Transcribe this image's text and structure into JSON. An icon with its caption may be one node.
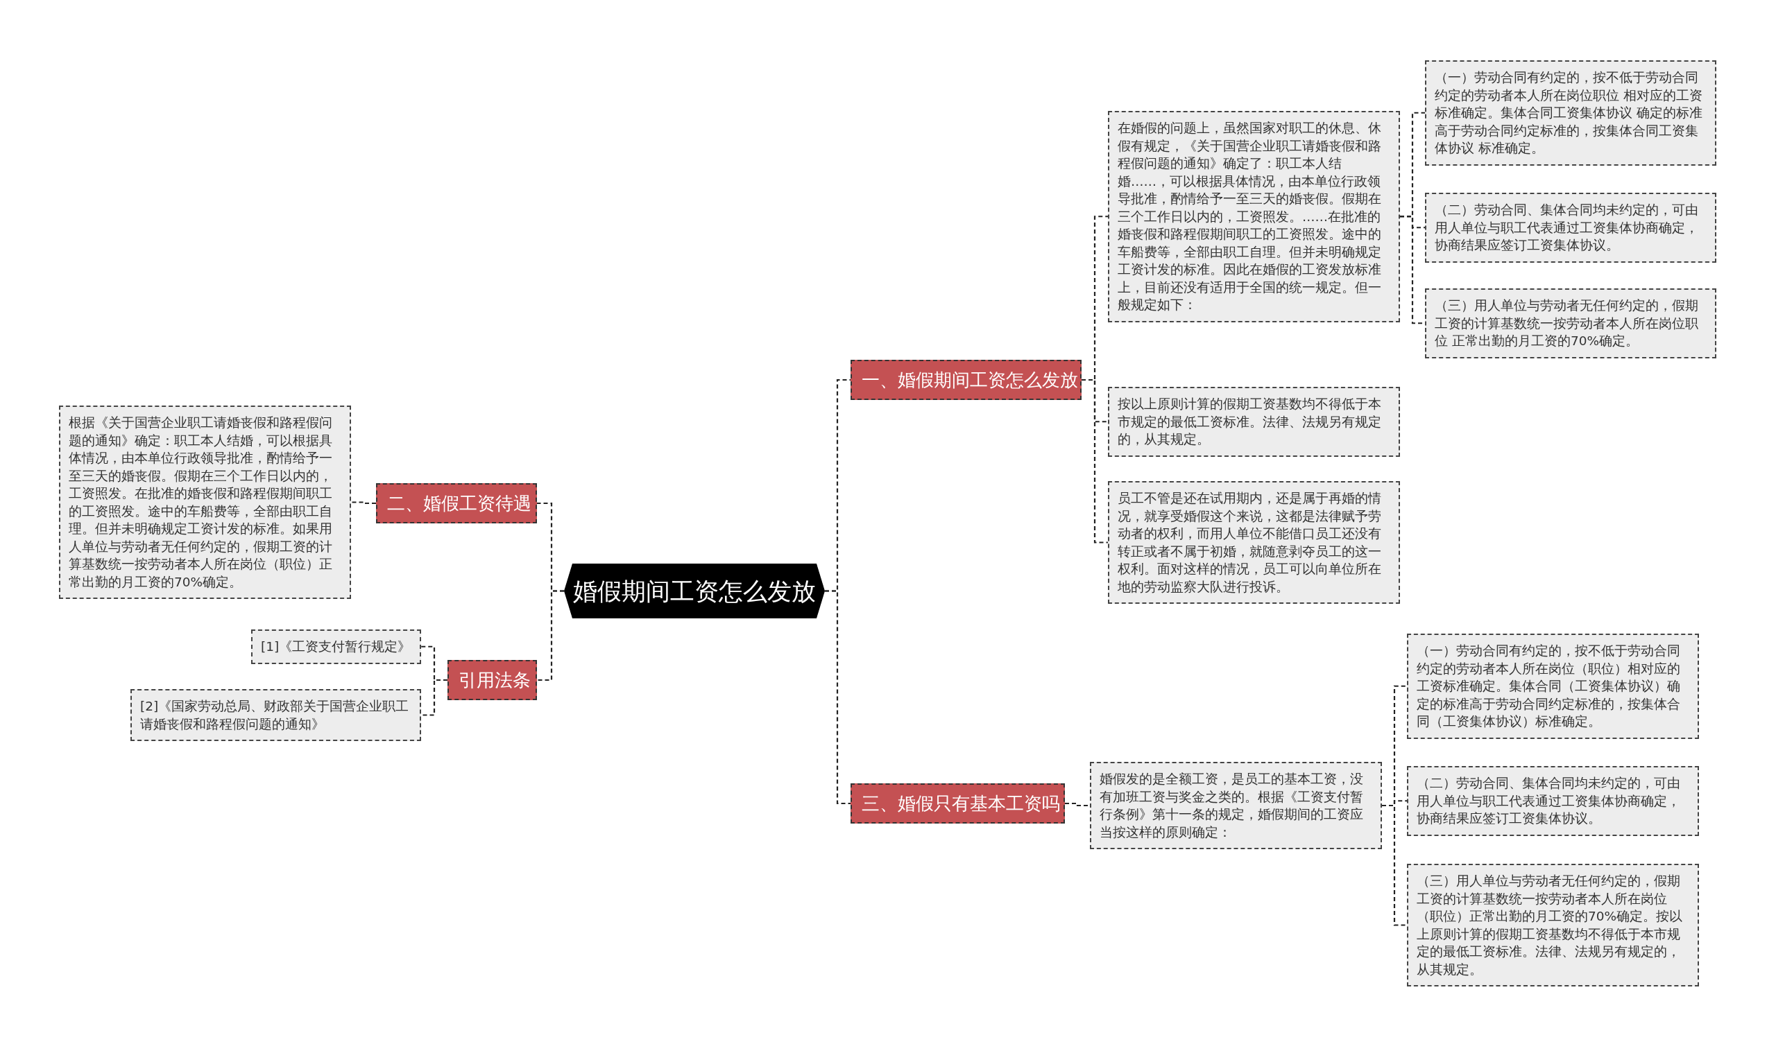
{
  "diagram": {
    "nodes": [
      {
        "text": [
          "婚假期间工资怎么发放"
        ]
      },
      {
        "text": [
          "一、婚假期间工资怎么发放"
        ]
      },
      {
        "text": [
          "在婚假的问题上，虽然国家对职工的休息、休假有规定，《关于国营企业职工请婚丧假和路程假问题的通知》确定了：职工本人结婚……，可以根据具体情况，由本单位行政领导批准，酌情给予一至三天的婚丧假。假期在三个工作日以内的，工资照发。……在批准的婚丧假和路程假期间职工的工资照发。途中的车船费等，全部由职工自理。但并未明确规定工资计发的标准。因此在婚假的工资发放标准上，目前还没有适用于全国的统一规定。但一般规定如下："
        ]
      },
      {
        "text": [
          "（一）劳动合同有约定的，按不低于劳动合同约定的劳动者本人所在岗位职位 相对应的工资标准确定。集体合同工资集体协议 确定的标准高于劳动合同约定标准的，按集体合同工资集体协议 标准确定。"
        ]
      },
      {
        "text": [
          "（二）劳动合同、集体合同均未约定的，可由用人单位与职工代表通过工资集体协商确定，协商结果应签订工资集体协议。"
        ]
      },
      {
        "text": [
          "（三）用人单位与劳动者无任何约定的，假期工资的计算基数统一按劳动者本人所在岗位职位 正常出勤的月工资的70%确定。"
        ]
      },
      {
        "text": [
          "按以上原则计算的假期工资基数均不得低于本市规定的最低工资标准。法律、法规另有规定的，从其规定。"
        ]
      },
      {
        "text": [
          "员工不管是还在试用期内，还是属于再婚的情况，就享受婚假这个来说，这都是法律赋予劳动者的权利，而用人单位不能借口员工还没有转正或者不属于初婚，就随意剥夺员工的这一权利。面对这样的情况，员工可以向单位所在地的劳动监察大队进行投诉。"
        ]
      },
      {
        "text": [
          "三、婚假只有基本工资吗"
        ]
      },
      {
        "text": [
          "婚假发的是全额工资，是员工的基本工资，没有加班工资与奖金之类的。根据《工资支付暂行条例》第十一条的规定，婚假期间的工资应当按这样的原则确定："
        ]
      },
      {
        "text": [
          "（一）劳动合同有约定的，按不低于劳动合同约定的劳动者本人所在岗位（职位）相对应的工资标准确定。集体合同（工资集体协议）确定的标准高于劳动合同约定标准的，按集体合同（工资集体协议）标准确定。"
        ]
      },
      {
        "text": [
          "（二）劳动合同、集体合同均未约定的，可由用人单位与职工代表通过工资集体协商确定，协商结果应签订工资集体协议。"
        ]
      },
      {
        "text": [
          "（三）用人单位与劳动者无任何约定的，假期工资的计算基数统一按劳动者本人所在岗位（职位）正常出勤的月工资的70%确定。按以上原则计算的假期工资基数均不得低于本市规定的最低工资标准。法律、法规另有规定的，从其规定。"
        ]
      },
      {
        "text": [
          "二、婚假工资待遇"
        ]
      },
      {
        "text": [
          "根据《关于国营企业职工请婚丧假和路程假问题的通知》确定：职工本人结婚，可以根据具体情况，由本单位行政领导批准，酌情给予一至三天的婚丧假。假期在三个工作日以内的，工资照发。在批准的婚丧假和路程假期间职工的工资照发。途中的车船费等，全部由职工自理。但并未明确规定工资计发的标准。如果用人单位与劳动者无任何约定的，假期工资的计算基数统一按劳动者本人所在岗位（职位）正常出勤的月工资的70%确定。"
        ]
      },
      {
        "text": [
          "引用法条"
        ]
      },
      {
        "text": [
          "[1]《工资支付暂行规定》"
        ]
      },
      {
        "text": [
          "[2]《国家劳动总局、财政部关于国营企业职工请婚丧假和路程假问题的通知》"
        ]
      }
    ],
    "edges": [
      {
        "from": 0,
        "to": 1,
        "arrow": "none"
      },
      {
        "from": 1,
        "to": 2,
        "arrow": "none"
      },
      {
        "from": 2,
        "to": 3,
        "arrow": "none"
      },
      {
        "from": 2,
        "to": 4,
        "arrow": "none"
      },
      {
        "from": 2,
        "to": 5,
        "arrow": "none"
      },
      {
        "from": 1,
        "to": 6,
        "arrow": "none"
      },
      {
        "from": 1,
        "to": 7,
        "arrow": "none"
      },
      {
        "from": 0,
        "to": 8,
        "arrow": "none"
      },
      {
        "from": 8,
        "to": 9,
        "arrow": "none"
      },
      {
        "from": 9,
        "to": 10,
        "arrow": "none"
      },
      {
        "from": 9,
        "to": 11,
        "arrow": "none"
      },
      {
        "from": 9,
        "to": 12,
        "arrow": "none"
      },
      {
        "from": 0,
        "to": 13,
        "arrow": "none"
      },
      {
        "from": 13,
        "to": 14,
        "arrow": "none"
      },
      {
        "from": 0,
        "to": 15,
        "arrow": "none"
      },
      {
        "from": 15,
        "to": 16,
        "arrow": "none"
      },
      {
        "from": 15,
        "to": 17,
        "arrow": "none"
      }
    ]
  }
}
